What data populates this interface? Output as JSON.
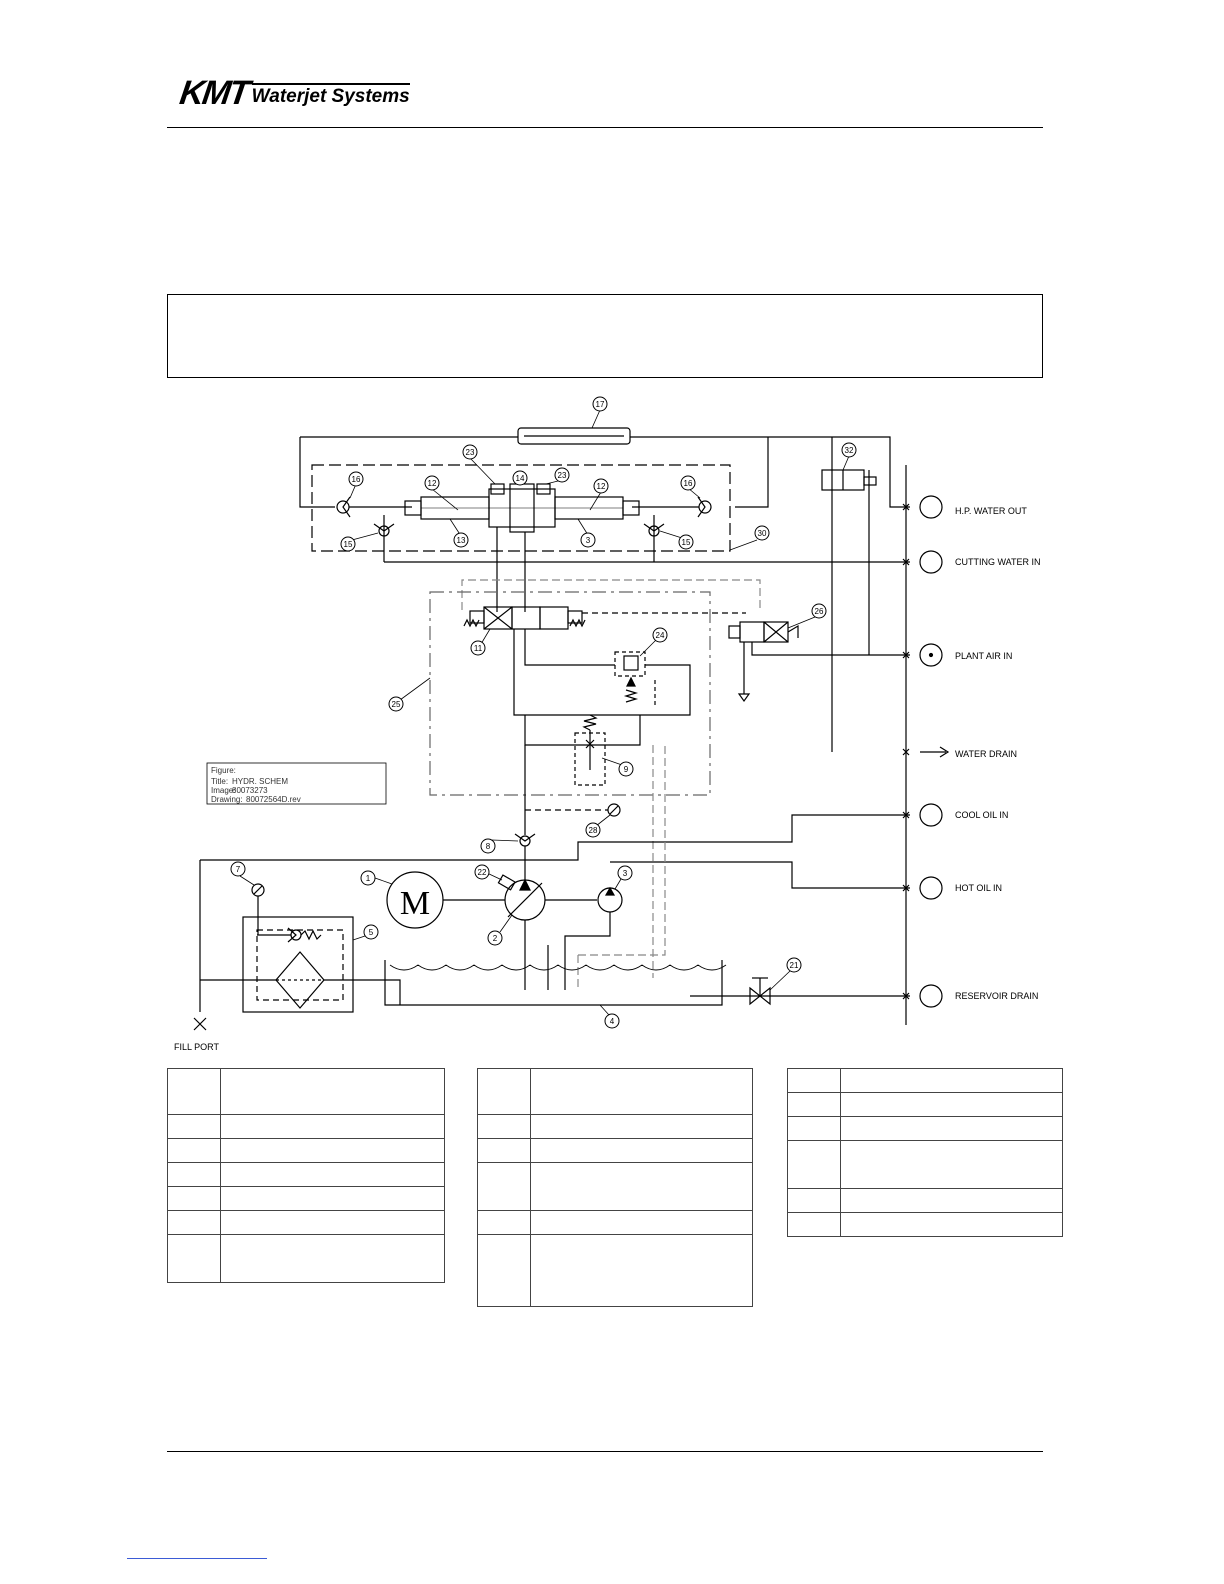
{
  "header": {
    "logo_mark": "KMT",
    "logo_text": "Waterjet Systems"
  },
  "ports": {
    "hp_water_out": "H.P. WATER OUT",
    "cutting_water_in": "CUTTING WATER IN",
    "plant_air_in": "PLANT AIR IN",
    "water_drain": "WATER DRAIN",
    "cool_oil_in": "COOL OIL IN",
    "hot_oil_in": "HOT OIL IN",
    "reservoir_drain": "RESERVOIR DRAIN",
    "fill_port": "FILL PORT"
  },
  "info_box": {
    "figure_label": "Figure:",
    "title_label": "Title:",
    "title_value": "HYDR. SCHEM",
    "image_label": "Image:",
    "image_value": "80073273",
    "drawing_label": "Drawing:",
    "drawing_value": "80072564D.rev"
  },
  "callouts": [
    "17",
    "32",
    "16",
    "23",
    "14",
    "23",
    "16",
    "12",
    "12",
    "15",
    "13",
    "3",
    "15",
    "30",
    "24",
    "11",
    "26",
    "25",
    "9",
    "28",
    "8",
    "7",
    "1",
    "22",
    "3",
    "5",
    "2",
    "21",
    "4"
  ],
  "motor_letter": "M",
  "tables": [
    {
      "rows": [
        46,
        24,
        24,
        24,
        24,
        24,
        48
      ]
    },
    {
      "rows": [
        46,
        24,
        24,
        48,
        24,
        72
      ]
    },
    {
      "rows": [
        24,
        24,
        24,
        48,
        24,
        24
      ]
    }
  ]
}
